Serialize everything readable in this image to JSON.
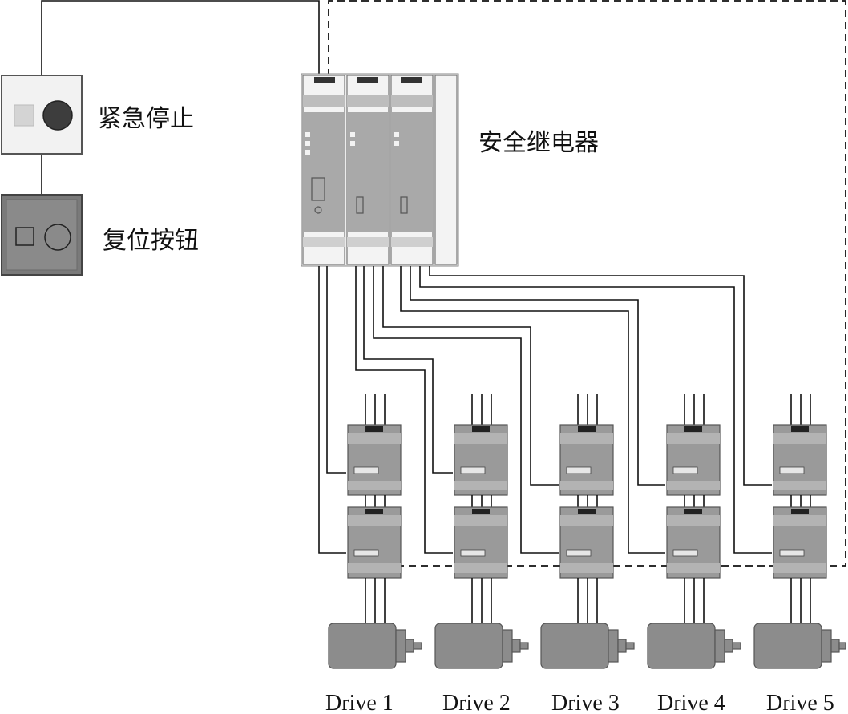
{
  "labels": {
    "emergency_stop": "紧急停止",
    "reset_button": "复位按钮",
    "safety_relay": "安全继电器"
  },
  "drives": [
    {
      "label": "Drive 1"
    },
    {
      "label": "Drive 2"
    },
    {
      "label": "Drive 3"
    },
    {
      "label": "Drive 4"
    },
    {
      "label": "Drive 5"
    }
  ],
  "colors": {
    "line": "#111111",
    "module_gray": "#9a9a9a",
    "module_dark": "#6e6e6e",
    "relay_face": "#a9a9a9",
    "light_panel": "#f0f0f0",
    "button_red": "#3d3d3d"
  }
}
